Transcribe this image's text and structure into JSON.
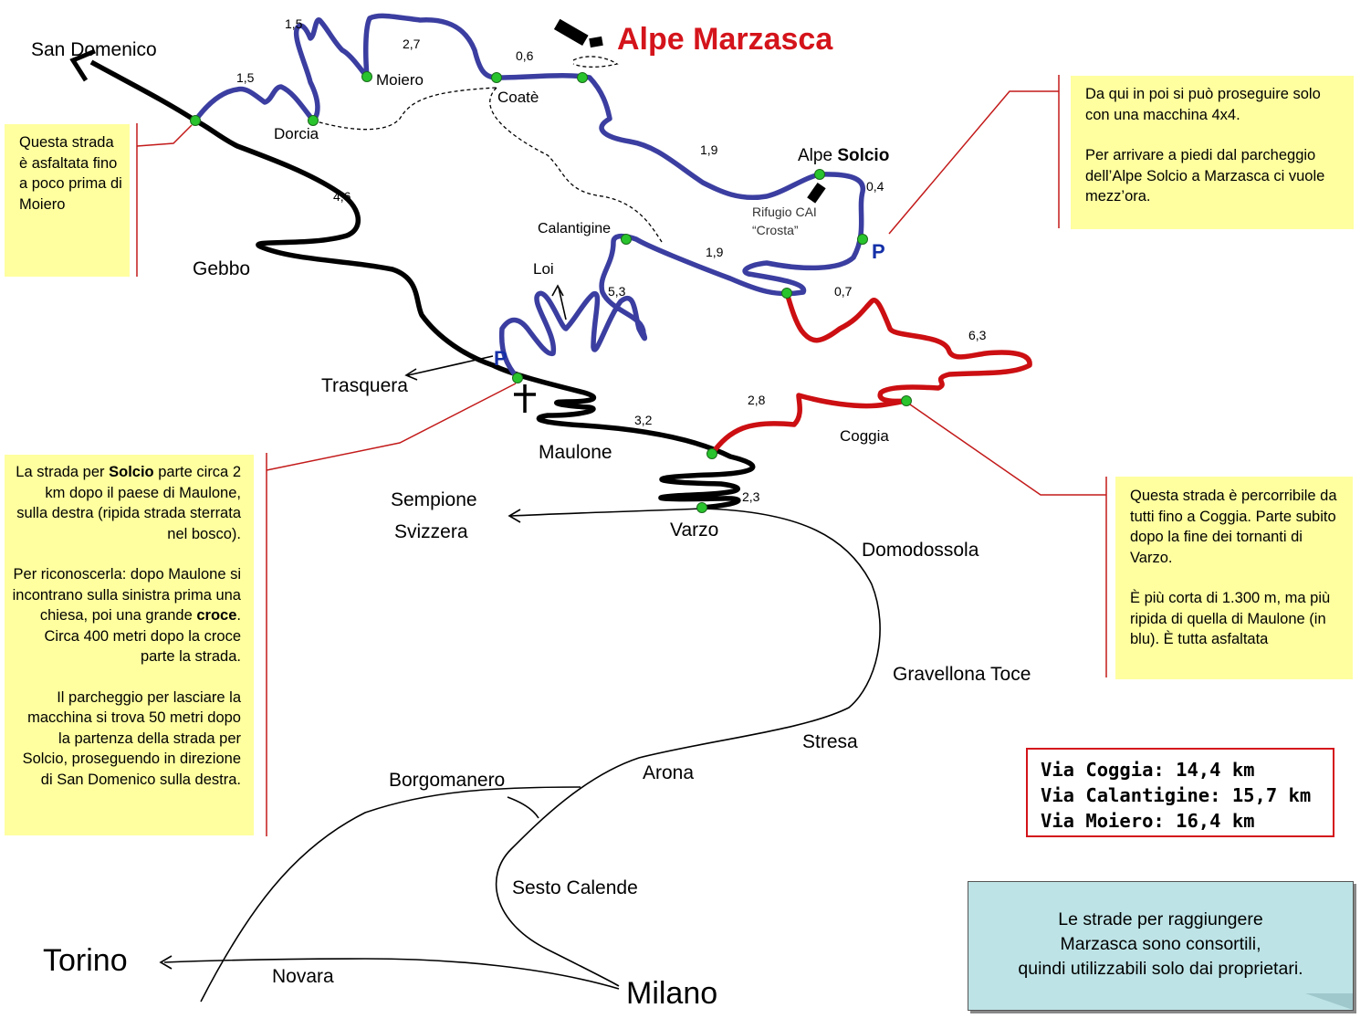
{
  "title": "Alpe Marzasca",
  "colors": {
    "blue_route": "#3b3ea0",
    "black_route": "#000000",
    "red_route": "#cc0f12",
    "waypoint": "#29c42d",
    "callout_line": "#c31a1a",
    "note_bg": "#ffffa0",
    "info_bg": "#bde3e6",
    "parking": "#1530a8"
  },
  "places": {
    "san_domenico": "San Domenico",
    "moiero": "Moiero",
    "dorcia": "Dorcia",
    "coate": "Coatè",
    "alpe_solcio_prefix": "Alpe ",
    "alpe_solcio_bold": "Solcio",
    "rifugio": "Rifugio CAI",
    "rifugio_name": "“Crosta”",
    "calantigine": "Calantigine",
    "loi": "Loi",
    "gebbo": "Gebbo",
    "trasquera": "Trasquera",
    "maulone": "Maulone",
    "coggia": "Coggia",
    "sempione": "Sempione",
    "svizzera": "Svizzera",
    "varzo": "Varzo",
    "domodossola": "Domodossola",
    "gravellona": "Gravellona Toce",
    "stresa": "Stresa",
    "arona": "Arona",
    "borgomanero": "Borgomanero",
    "sesto_calende": "Sesto Calende",
    "torino": "Torino",
    "novara": "Novara",
    "milano": "Milano"
  },
  "parking_symbol": "P",
  "distances": {
    "d_1_5_a": "1,5",
    "d_1_5_b": "1,5",
    "d_2_7": "2,7",
    "d_0_6": "0,6",
    "d_1_9_a": "1,9",
    "d_0_4": "0,4",
    "d_1_9_b": "1,9",
    "d_0_7": "0,7",
    "d_5_3": "5,3",
    "d_4_6": "4,6",
    "d_6_3": "6,3",
    "d_2_8": "2,8",
    "d_3_2": "3,2",
    "d_2_3": "2,3"
  },
  "notes": {
    "solcio": [
      "Da qui in poi si può proseguire solo con una macchina 4x4.",
      "Per arrivare a piedi dal parcheggio dell’Alpe Solcio a Marzasca ci vuole mezz’ora."
    ],
    "asfalto": "Questa strada è asfaltata fino a poco prima di Moiero",
    "maulone": {
      "p1_a": "La strada per ",
      "p1_b": "Solcio",
      "p1_c": " parte circa 2 km dopo il paese di Maulone, sulla destra (ripida strada sterrata nel bosco).",
      "p2_a": "Per riconoscerla: dopo Maulone si incontrano sulla sinistra prima una chiesa, poi una grande ",
      "p2_b": "croce",
      "p2_c": ". Circa 400 metri dopo la croce parte la strada.",
      "p3": "Il parcheggio per lasciare la macchina si trova 50 metri dopo la partenza della strada per Solcio, proseguendo in direzione di San Domenico sulla destra."
    },
    "coggia": [
      "Questa strada è percorribile da tutti fino a Coggia. Parte subito dopo la fine dei tornanti di Varzo.",
      "È più corta di 1.300 m, ma più ripida di quella di Maulone (in blu). È tutta asfaltata"
    ]
  },
  "totals": {
    "coggia": "Via Coggia: 14,4 km",
    "calantigine": "Via Calantigine: 15,7 km",
    "moiero": "Via Moiero: 16,4 km"
  },
  "consortile": "Le strade per raggiungere\nMarzasca sono consortili,\nquindi utilizzabili solo dai proprietari."
}
